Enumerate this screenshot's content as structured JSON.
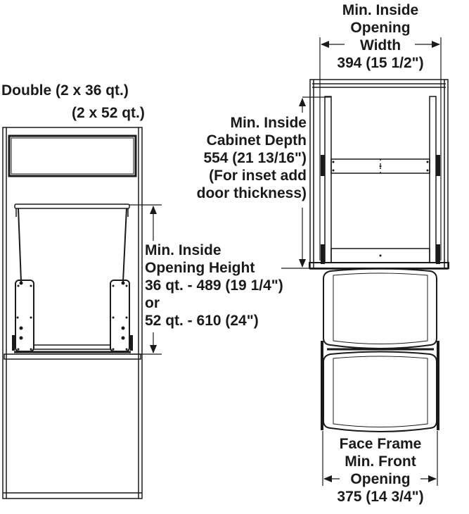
{
  "title": {
    "line1": "Double (2 x 36 qt.)",
    "line2": "(2 x 52 qt.)"
  },
  "dimensions": {
    "opening_width": {
      "lines": [
        "Min. Inside",
        "Opening",
        "Width",
        "394 (15 1/2\")"
      ],
      "value_mm": 394,
      "value_in": "15 1/2\""
    },
    "cabinet_depth": {
      "lines": [
        "Min. Inside",
        "Cabinet Depth",
        "554 (21 13/16\")",
        "(For inset add",
        "door thickness)"
      ],
      "value_mm": 554,
      "value_in": "21 13/16\""
    },
    "opening_height": {
      "lines": [
        "Min. Inside",
        "Opening Height",
        "36 qt. - 489 (19 1/4\")",
        "or",
        "52 qt. - 610 (24\")"
      ],
      "options": [
        {
          "size": "36 qt.",
          "value_mm": 489,
          "value_in": "19 1/4\""
        },
        {
          "size": "52 qt.",
          "value_mm": 610,
          "value_in": "24\""
        }
      ]
    },
    "face_frame_opening": {
      "lines": [
        "Face Frame",
        "Min. Front",
        "Opening",
        "375 (14 3/4\")"
      ],
      "value_mm": 375,
      "value_in": "14 3/4\""
    }
  },
  "views": {
    "front": "front-elevation",
    "top": "top-plan"
  },
  "colors": {
    "line": "#1a1a1a",
    "background": "#ffffff",
    "accent_fill": "#333333"
  }
}
